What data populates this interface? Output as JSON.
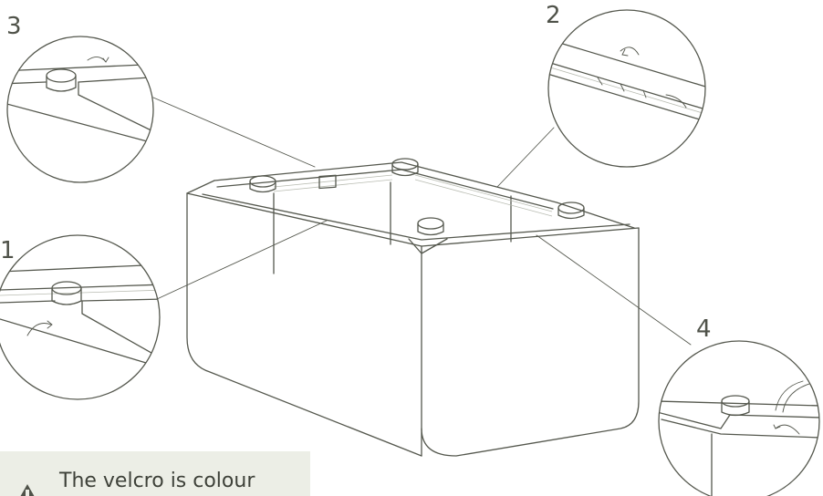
{
  "steps": [
    {
      "number": "3"
    },
    {
      "number": "2"
    },
    {
      "number": "1"
    },
    {
      "number": "4"
    }
  ],
  "note": {
    "text": "The velcro is colour",
    "icon": "warning-icon"
  },
  "colors": {
    "line": "#55584e",
    "note_background": "#eceee6"
  }
}
